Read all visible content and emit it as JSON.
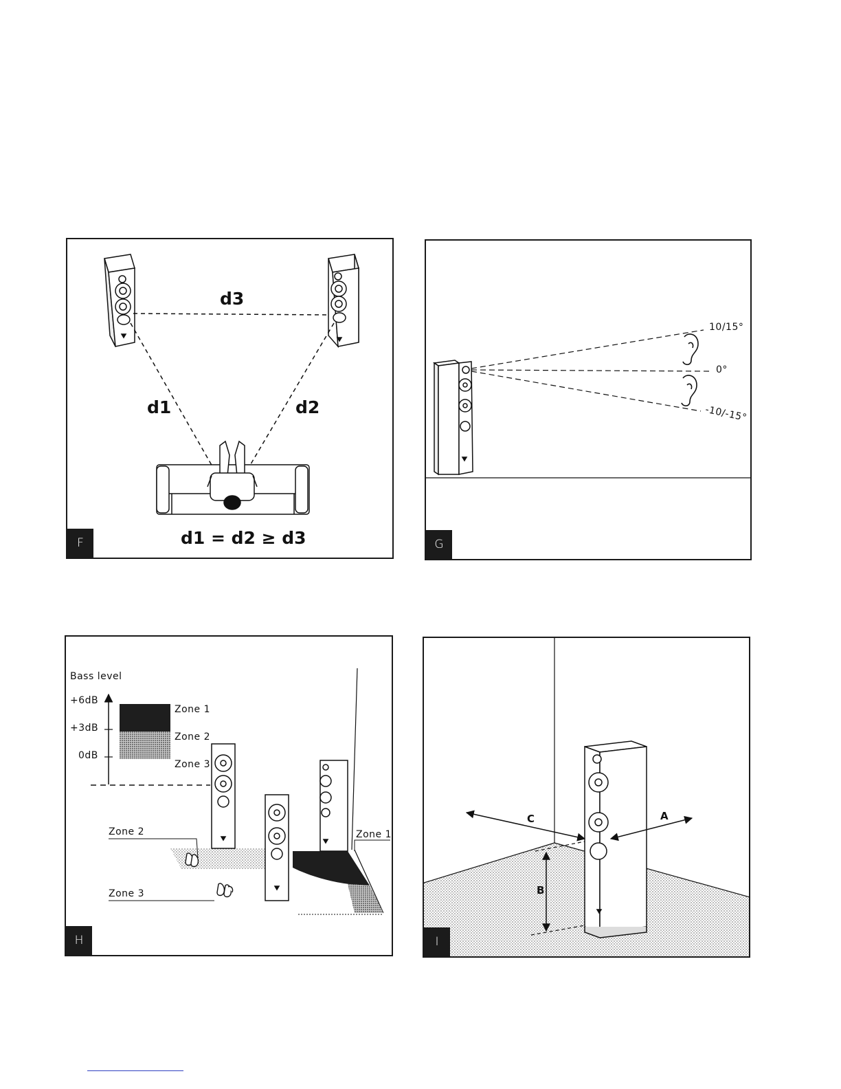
{
  "panel_f": {
    "tag": "F",
    "d3": "d3",
    "d1": "d1",
    "d2": "d2",
    "equation": "d1 = d2 ≥ d3"
  },
  "panel_g": {
    "tag": "G",
    "angle_top": "10/15°",
    "angle_mid": "0°",
    "angle_bottom": "-10/-15°"
  },
  "panel_h": {
    "tag": "H",
    "axis_title": "Bass level",
    "levels": [
      "+6dB",
      "+3dB",
      "0dB"
    ],
    "legend": [
      "Zone 1",
      "Zone 2",
      "Zone 3"
    ],
    "floor_zone2": "Zone 2",
    "floor_zone3": "Zone 3",
    "floor_zone1": "Zone 1",
    "colors": {
      "zone1": "#1e1e1e",
      "zone2": "#9a9a9a"
    }
  },
  "panel_i": {
    "tag": "I",
    "dim_a": "A",
    "dim_b": "B",
    "dim_c": "C"
  }
}
